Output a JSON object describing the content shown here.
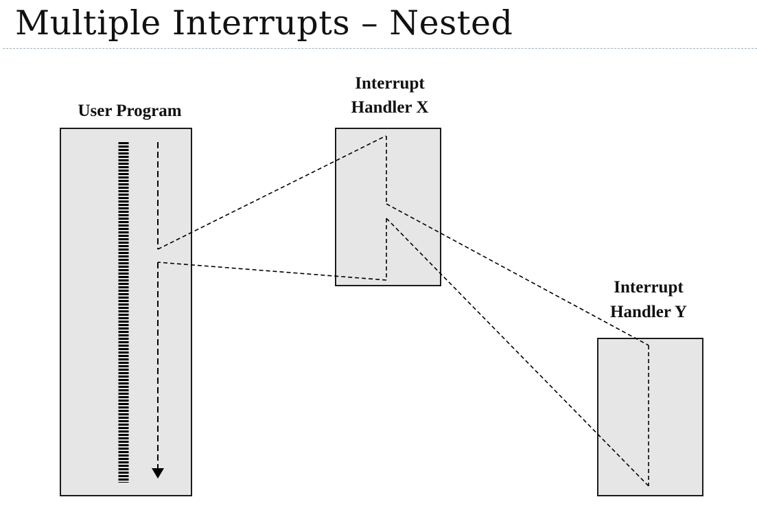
{
  "slide": {
    "title": "Multiple Interrupts – Nested"
  },
  "diagram": {
    "user_program": {
      "label": "User Program"
    },
    "handler_x": {
      "label_line1": "Interrupt",
      "label_line2": "Handler X"
    },
    "handler_y": {
      "label_line1": "Interrupt",
      "label_line2": "Handler Y"
    },
    "colors": {
      "box_fill": "#e6e6e6",
      "stroke": "#1a1a1a"
    }
  }
}
